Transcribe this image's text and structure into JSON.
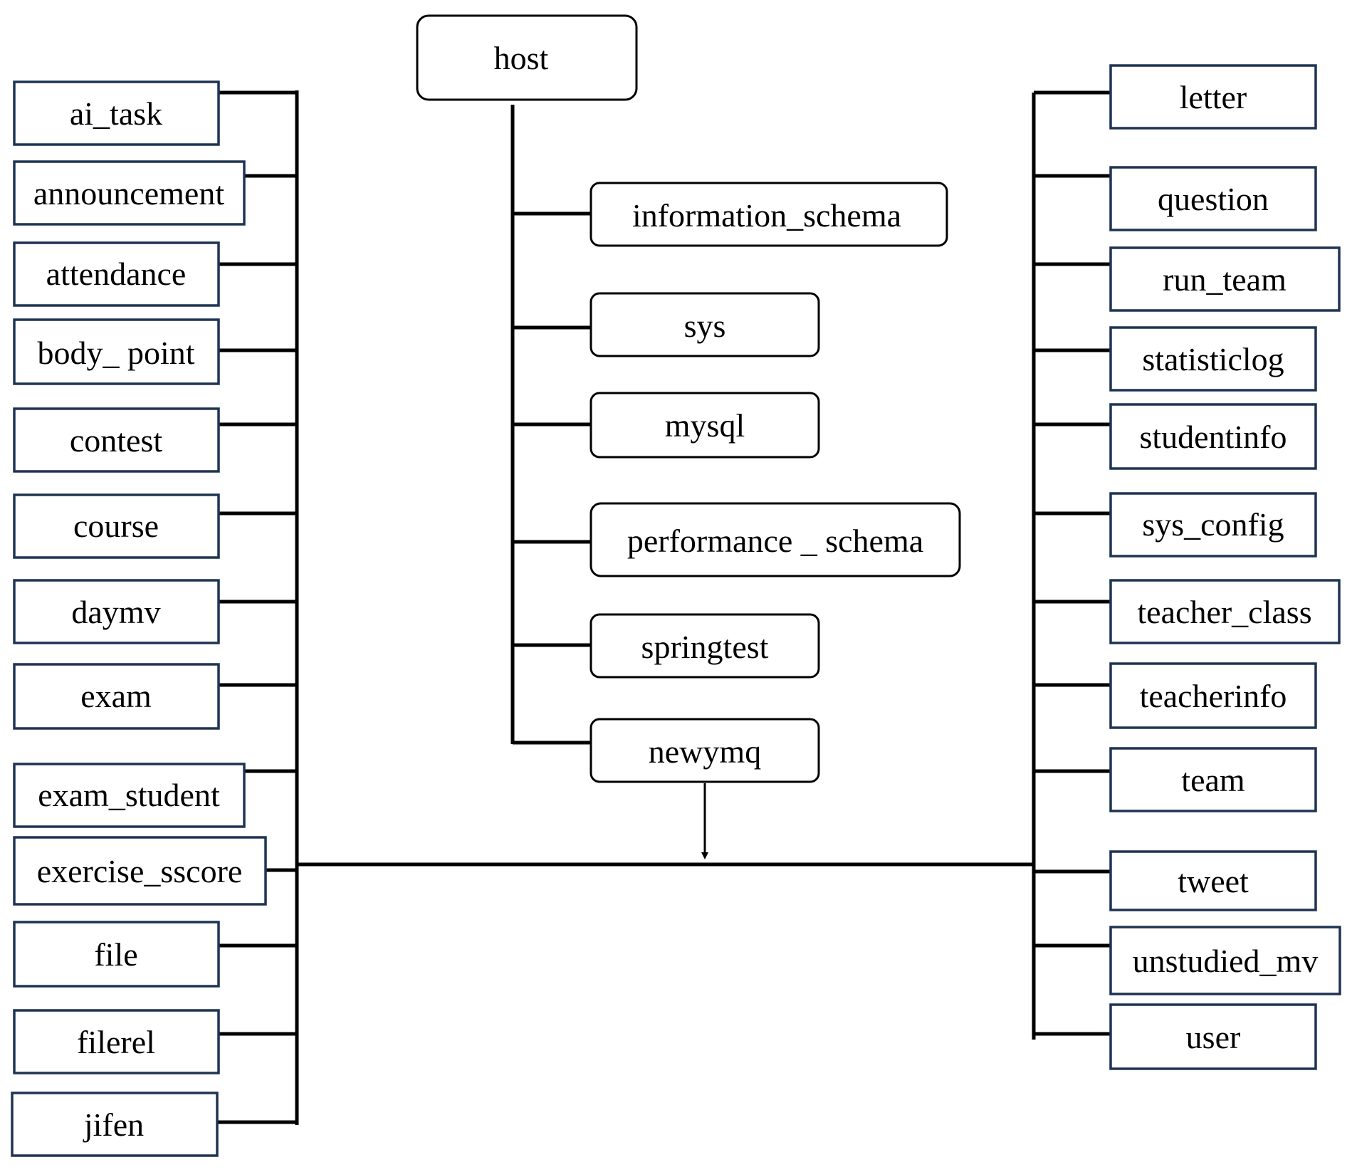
{
  "host": {
    "label": "host"
  },
  "databases": [
    {
      "label": "information_schema"
    },
    {
      "label": "sys"
    },
    {
      "label": "mysql"
    },
    {
      "label": "performance _ schema"
    },
    {
      "label": "springtest"
    },
    {
      "label": "newymq"
    }
  ],
  "left_tables": [
    {
      "label": "ai_task"
    },
    {
      "label": "announcement"
    },
    {
      "label": "attendance"
    },
    {
      "label": "body_ point"
    },
    {
      "label": "contest"
    },
    {
      "label": "course"
    },
    {
      "label": "daymv"
    },
    {
      "label": "exam"
    },
    {
      "label": "exam_student"
    },
    {
      "label": "exercise_sscore"
    },
    {
      "label": "file"
    },
    {
      "label": "filerel"
    },
    {
      "label": "jifen"
    }
  ],
  "right_tables": [
    {
      "label": "letter"
    },
    {
      "label": "question"
    },
    {
      "label": "run_team"
    },
    {
      "label": "statisticlog"
    },
    {
      "label": "studentinfo"
    },
    {
      "label": "sys_config"
    },
    {
      "label": "teacher_class"
    },
    {
      "label": "teacherinfo"
    },
    {
      "label": "team"
    },
    {
      "label": "tweet"
    },
    {
      "label": "unstudied_mv"
    },
    {
      "label": "user"
    }
  ]
}
